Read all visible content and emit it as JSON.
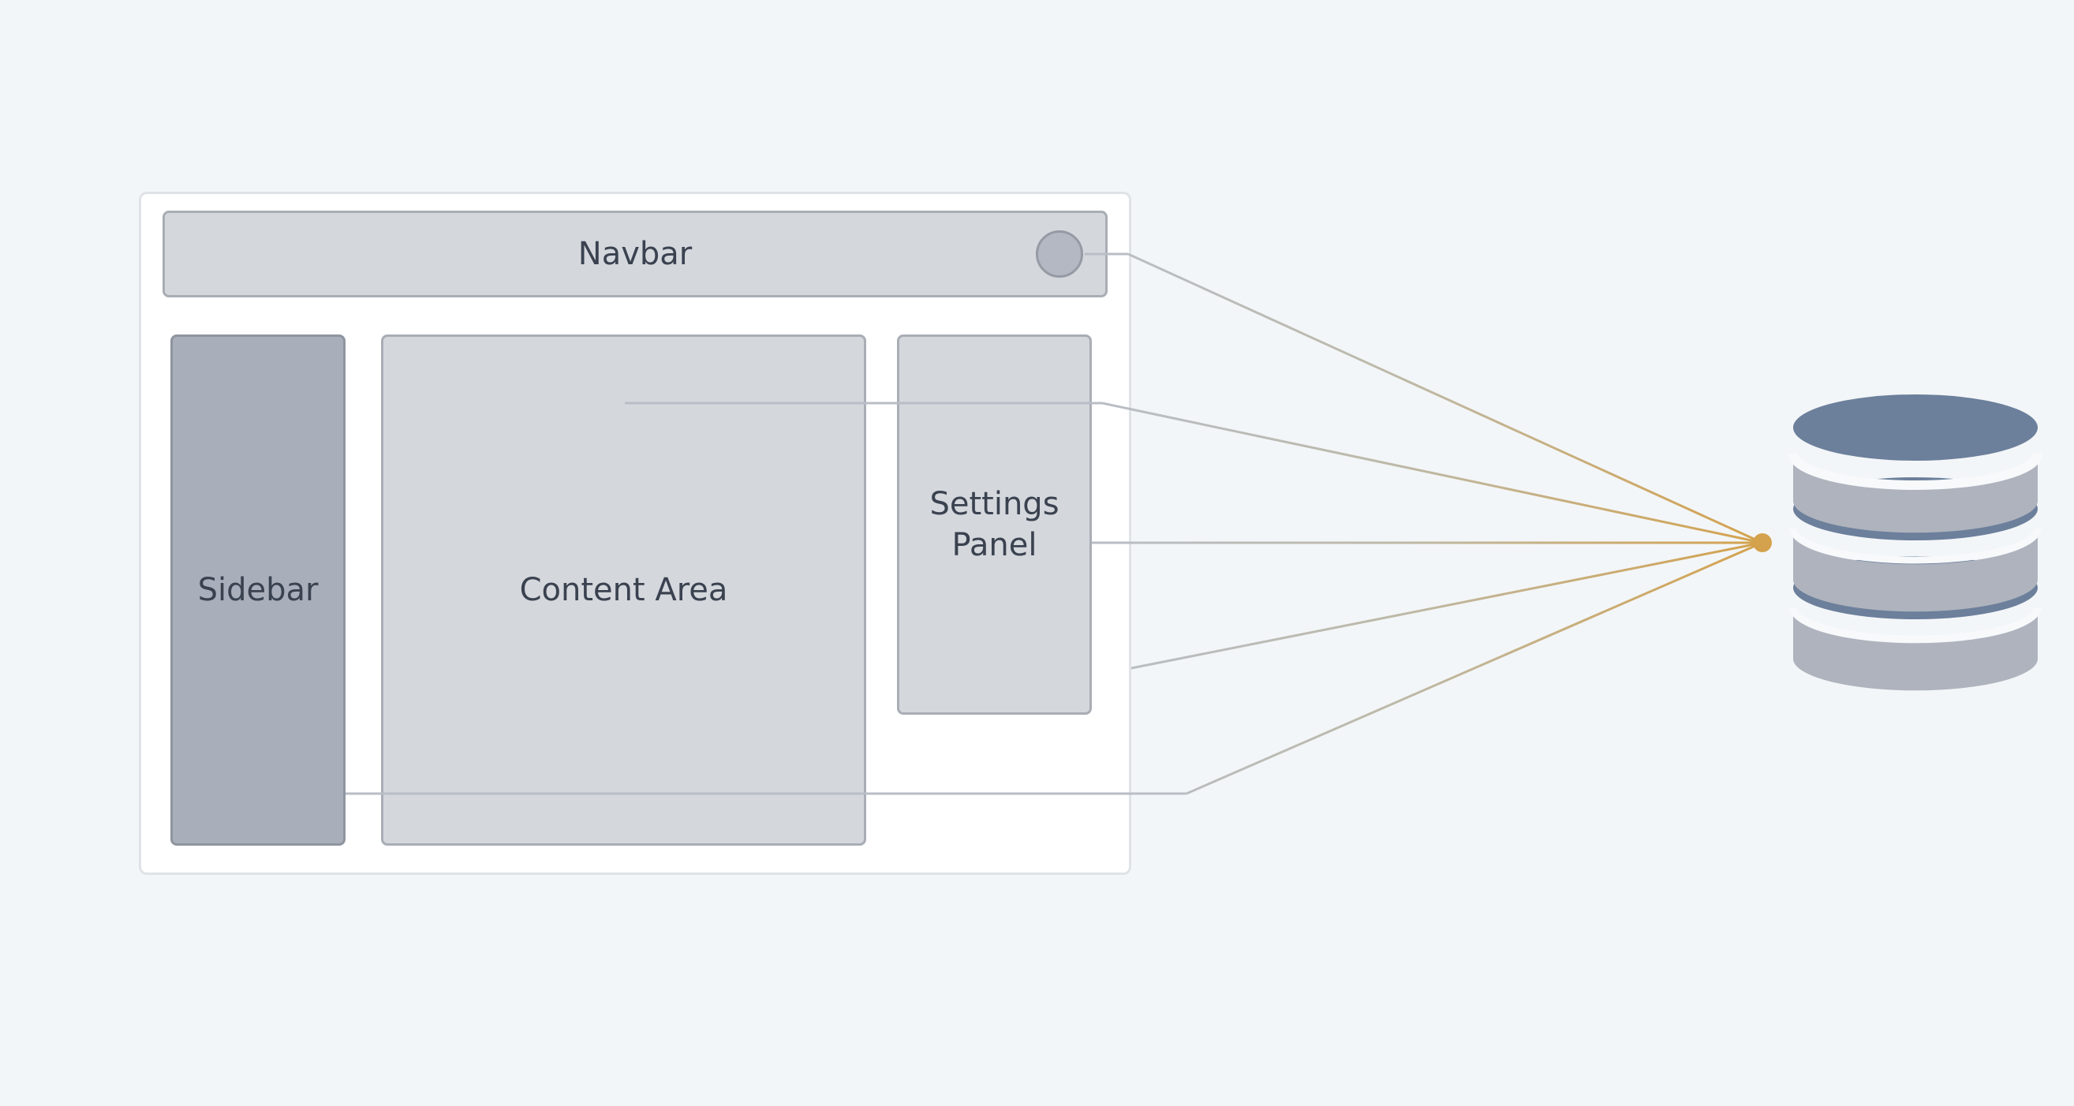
{
  "layout": {
    "navbar": "Navbar",
    "sidebar": "Sidebar",
    "content": "Content Area",
    "settings": "Settings Panel"
  },
  "icons": {
    "avatar": "avatar-circle-icon",
    "database": "database-icon",
    "hub": "connection-hub-icon"
  },
  "colors": {
    "connector": "#b9bec6",
    "accent": "#d4a24c",
    "db_dark": "#6c7f9b",
    "db_light": "#aeb3bd"
  }
}
